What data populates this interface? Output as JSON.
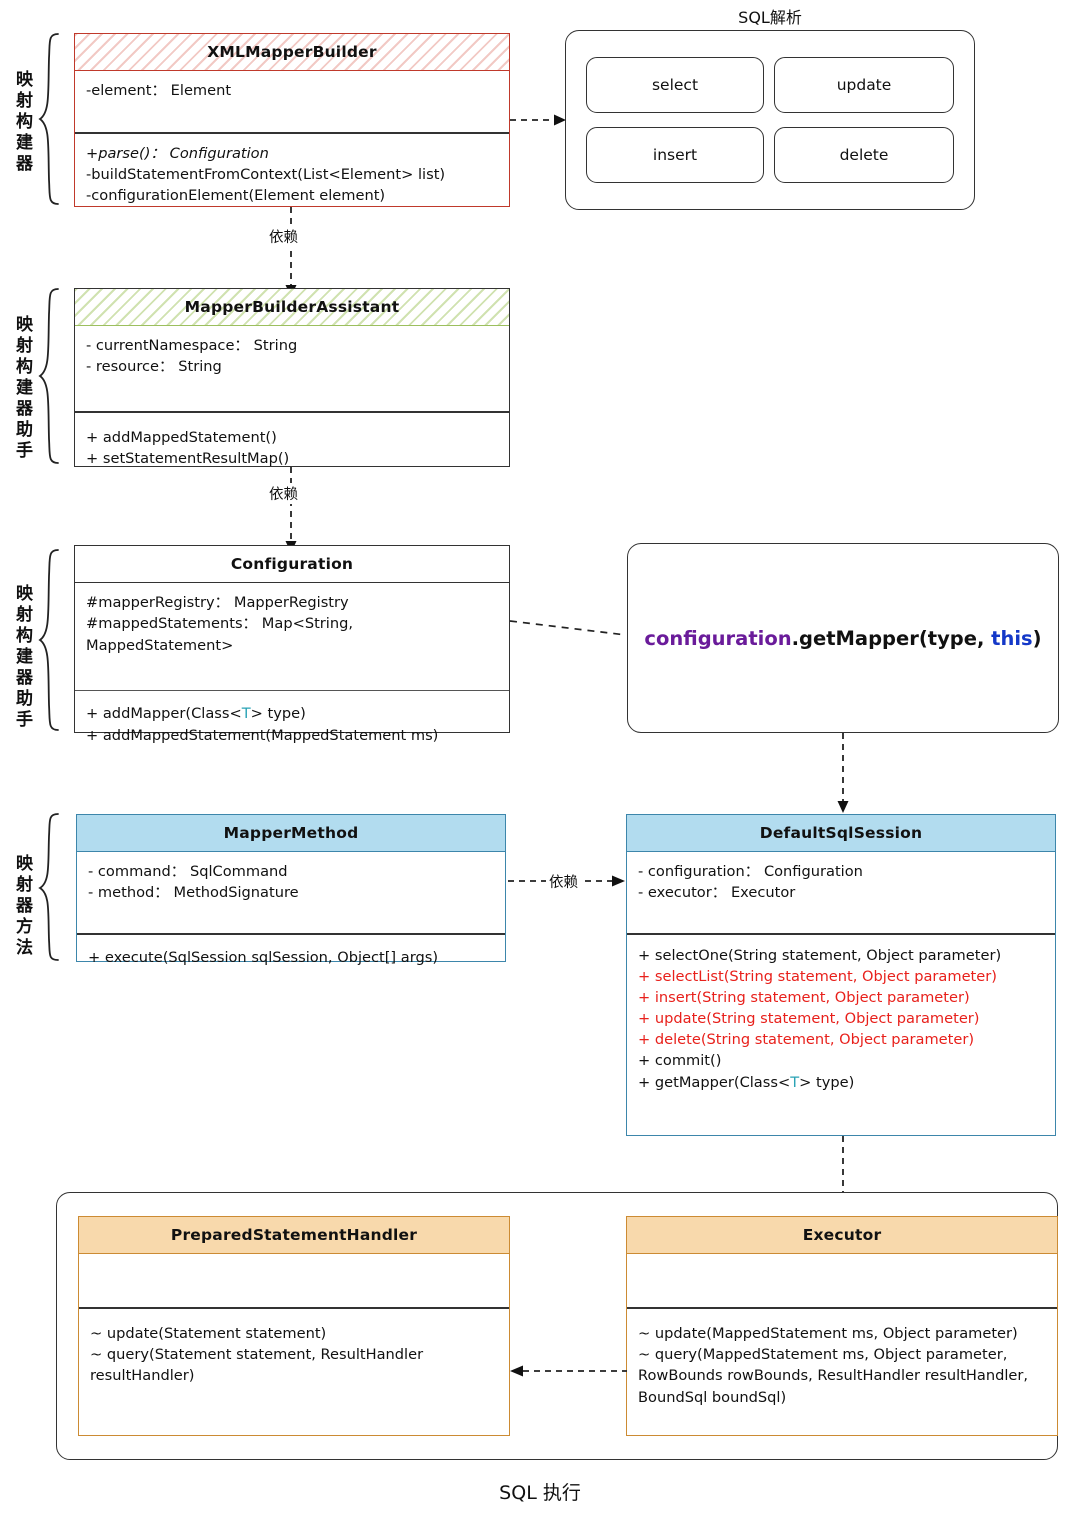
{
  "groups": [
    {
      "name": "mapping-builder",
      "label": "映射构建器"
    },
    {
      "name": "mapping-builder-assistant",
      "label": "映射构建器助手"
    },
    {
      "name": "mapping-builder-assistant2",
      "label": "映射构建器助手"
    },
    {
      "name": "mapper-method",
      "label": "映射器方法"
    }
  ],
  "sql_parse_panel": {
    "caption": "SQL解析",
    "chips": [
      "select",
      "update",
      "insert",
      "delete"
    ]
  },
  "classes": {
    "xml_mapper_builder": {
      "title": "XMLMapperBuilder",
      "fields": [
        "-element： Element"
      ],
      "methods": [
        "+parse()： Configuration",
        "-buildStatementFromContext(List<Element> list)",
        "-configurationElement(Element element)"
      ]
    },
    "mapper_builder_assistant": {
      "title": "MapperBuilderAssistant",
      "fields": [
        "- currentNamespace： String",
        "- resource： String"
      ],
      "methods": [
        "+ addMappedStatement()",
        "+ setStatementResultMap()"
      ]
    },
    "configuration": {
      "title": "Configuration",
      "fields": [
        "#mapperRegistry： MapperRegistry",
        "#mappedStatements： Map<String, MappedStatement>"
      ],
      "methods": [
        "+ addMapper(Class<T> type)",
        "+ addMappedStatement(MappedStatement ms)"
      ]
    },
    "mapper_method": {
      "title": "MapperMethod",
      "fields": [
        "- command： SqlCommand",
        "- method： MethodSignature"
      ],
      "methods": [
        "+ execute(SqlSession sqlSession, Object[] args)"
      ]
    },
    "default_sql_session": {
      "title": "DefaultSqlSession",
      "fields": [
        "- configuration： Configuration",
        "- executor： Executor"
      ],
      "methods": [
        {
          "text": "+ selectOne(String statement, Object parameter)",
          "highlight": false
        },
        {
          "text": "+ selectList(String statement, Object parameter)",
          "highlight": true
        },
        {
          "text": "+ insert(String statement, Object parameter)",
          "highlight": true
        },
        {
          "text": "+ update(String statement, Object parameter)",
          "highlight": true
        },
        {
          "text": "+ delete(String statement, Object parameter)",
          "highlight": true
        },
        {
          "text": "+ commit()",
          "highlight": false
        },
        {
          "text": "+ getMapper(Class<T> type)",
          "highlight": false
        }
      ]
    },
    "prepared_statement_handler": {
      "title": "PreparedStatementHandler",
      "fields": [],
      "methods": [
        "~ update(Statement statement)",
        "~ query(Statement statement, ResultHandler resultHandler)"
      ]
    },
    "executor": {
      "title": "Executor",
      "fields": [],
      "methods": [
        "~ update(MappedStatement ms, Object parameter)",
        "~ query(MappedStatement ms, Object parameter, RowBounds rowBounds, ResultHandler resultHandler, BoundSql boundSql)"
      ]
    }
  },
  "code_callout": {
    "receiver": "configuration",
    "call": ".getMapper(type, ",
    "keyword": "this",
    "tail": ")"
  },
  "connector_labels": {
    "dep1": "依赖",
    "dep2": "依赖",
    "dep3": "依赖"
  },
  "footer": {
    "caption": "SQL 执行"
  },
  "colors": {
    "red_accent": "#c0392b",
    "green_accent": "#9cbf5e",
    "blue_header": "#b2dcef",
    "blue_border": "#3d86ab",
    "orange_header": "#f8d9ac",
    "orange_border": "#cc8b33",
    "highlight_text": "#e8201b",
    "code_receiver": "#6a1b9a",
    "code_keyword": "#1438c8",
    "generic_type": "#2aa3b5"
  }
}
